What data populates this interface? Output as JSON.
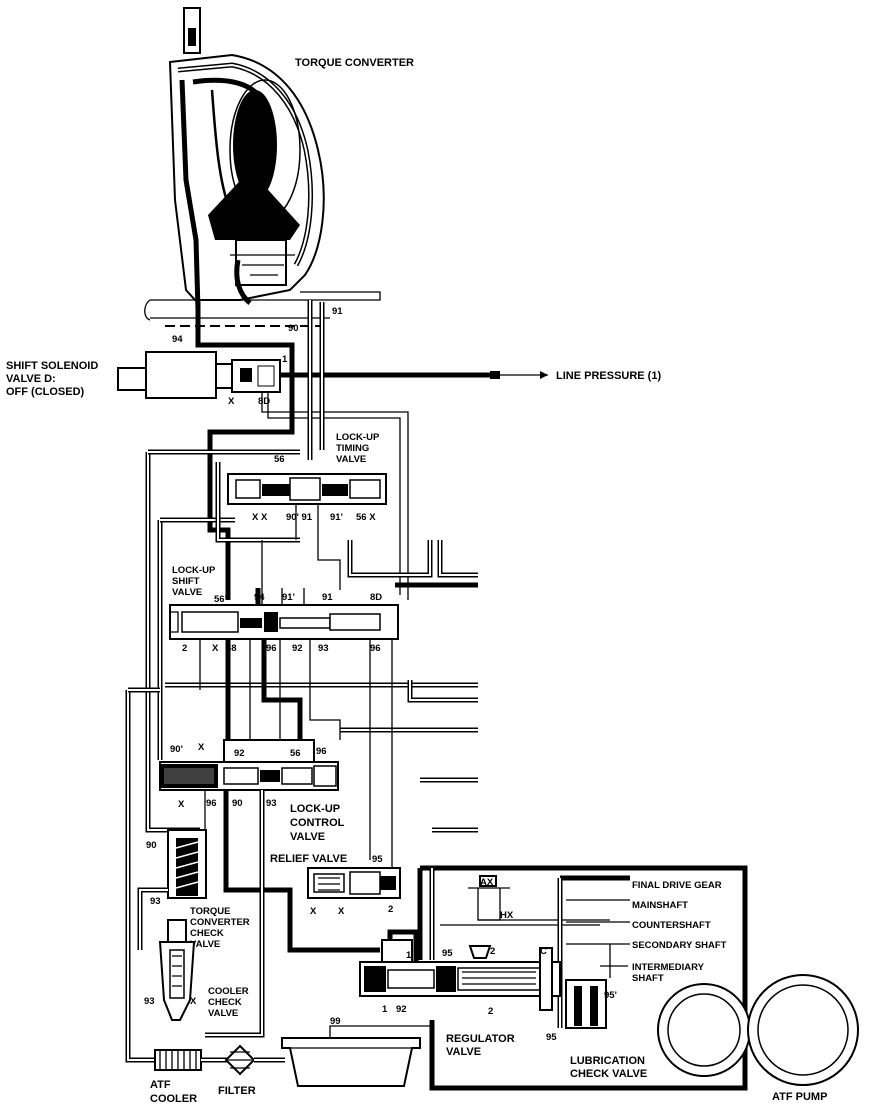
{
  "labels": {
    "torque_converter": "TORQUE CONVERTER",
    "shift_solenoid_1": "SHIFT SOLENOID",
    "shift_solenoid_2": "VALVE D:",
    "shift_solenoid_3": "OFF (CLOSED)",
    "line_pressure": "LINE PRESSURE (1)",
    "lockup_timing_1": "LOCK-UP",
    "lockup_timing_2": "TIMING",
    "lockup_timing_3": "VALVE",
    "lockup_shift_1": "LOCK-UP",
    "lockup_shift_2": "SHIFT",
    "lockup_shift_3": "VALVE",
    "lockup_control_1": "LOCK-UP",
    "lockup_control_2": "CONTROL",
    "lockup_control_3": "VALVE",
    "relief_valve": "RELIEF VALVE",
    "tc_check_1": "TORQUE",
    "tc_check_2": "CONVERTER",
    "tc_check_3": "CHECK",
    "tc_check_4": "VALVE",
    "cooler_check_1": "COOLER",
    "cooler_check_2": "CHECK",
    "cooler_check_3": "VALVE",
    "final_drive_gear": "FINAL DRIVE GEAR",
    "mainshaft": "MAINSHAFT",
    "countershaft": "COUNTERSHAFT",
    "secondary_shaft": "SECONDARY SHAFT",
    "intermediary_1": "INTERMEDIARY",
    "intermediary_2": "SHAFT",
    "regulator_1": "REGULATOR",
    "regulator_2": "VALVE",
    "lubrication_1": "LUBRICATION",
    "lubrication_2": "CHECK VALVE",
    "atf_cooler_1": "ATF",
    "atf_cooler_2": "COOLER",
    "filter": "FILTER",
    "atf_pump": "ATF PUMP"
  },
  "ports": {
    "p91_top": "91",
    "p90_top": "90",
    "p94_top": "94",
    "p1_sol": "1",
    "pX_sol": "X",
    "p8D_sol": "8D",
    "p56_timing": "56",
    "pXX_timing": "X X",
    "p90_91_timing": "90' 91",
    "p91p_timing": "91'",
    "p56X_timing": "56 X",
    "p56p_shift": "56'",
    "p94_shift": "94",
    "p91p_shift": "91'",
    "p91_shift": "91",
    "p8D_shift": "8D",
    "p2_shift": "2",
    "pX_shift": "X",
    "p58_shift": "58",
    "p96_shift": "96",
    "p92_shift": "92",
    "p93_shift": "93",
    "p96b_shift": "96",
    "p90p_ctrl": "90'",
    "pX_ctrl_top": "X",
    "p92_ctrl": "92",
    "p56_ctrl": "56",
    "p96_ctrl": "96",
    "pX_ctrl_bot": "X",
    "p96_ctrl_bot": "96",
    "p90_ctrl_bot": "90",
    "p93_ctrl_bot": "93",
    "p90_left": "90",
    "p93_left": "93",
    "p93_cooler": "93",
    "pX_cooler": "X",
    "p95_relief": "95",
    "pX_relief_1": "X",
    "pX_relief_2": "X",
    "p2_relief": "2",
    "pAX": "AX",
    "pHX": "HX",
    "p95_reg": "95",
    "p2_reg": "2",
    "pC_reg": "C",
    "p1_reg": "1",
    "p1_reg_bot": "1",
    "p92_reg": "92",
    "p2_reg_bot": "2",
    "p95p_lub": "95'",
    "p95_lub": "95",
    "p99": "99"
  }
}
